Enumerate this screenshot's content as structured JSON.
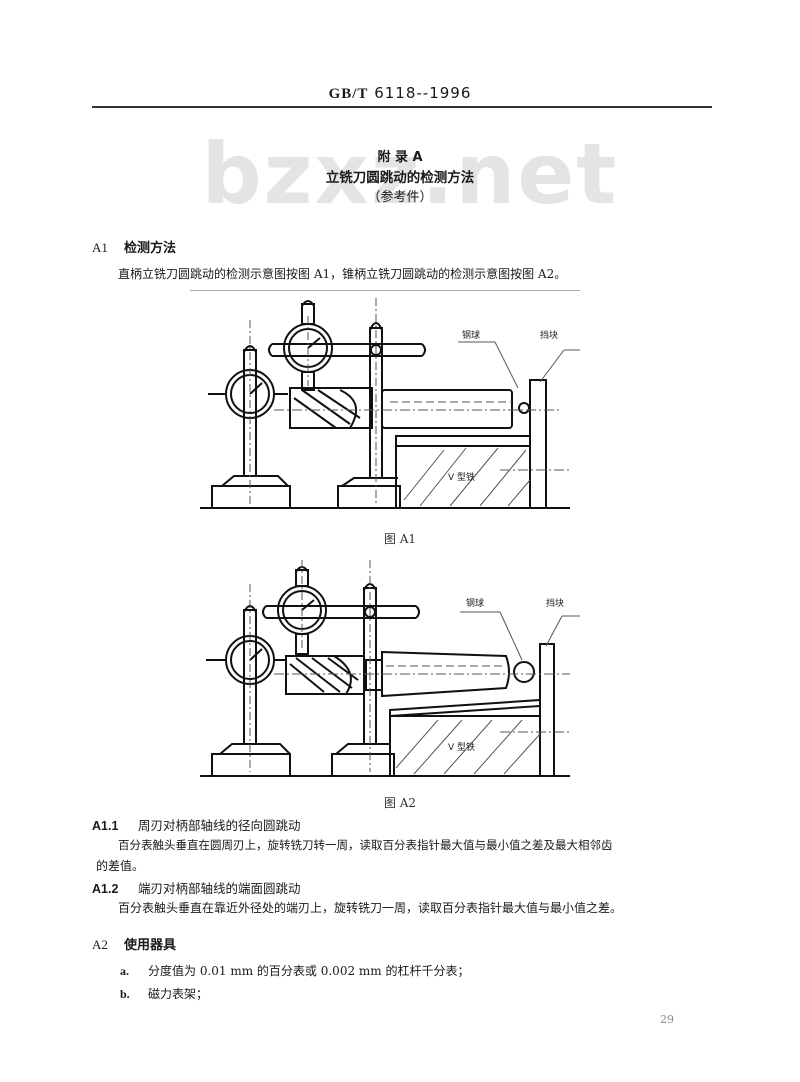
{
  "header": {
    "standard_prefix": "GB/T",
    "standard_number": "6118--1996"
  },
  "watermark": "bzxz.net",
  "appendix": {
    "label": "附 录 A",
    "title": "立铣刀圆跳动的检测方法",
    "note": "（参考件）"
  },
  "sections": [
    {
      "number": "A1",
      "title": "检测方法",
      "intro": "直柄立铣刀圆跳动的检测示意图按图 A1，锥柄立铣刀圆跳动的检测示意图按图 A2。"
    },
    {
      "number": "A2",
      "title": "使用器具"
    }
  ],
  "figures": [
    {
      "caption": "图 A1",
      "labels": {
        "steel_ball": "钢球",
        "stop_block": "挡块",
        "v_block": "V 型铁"
      }
    },
    {
      "caption": "图 A2",
      "labels": {
        "steel_ball": "钢球",
        "stop_block": "挡块",
        "v_block": "V 型铁"
      }
    }
  ],
  "subsections": [
    {
      "number": "A1.1",
      "title": "周刃对柄部轴线的径向圆跳动",
      "text_line1": "百分表触头垂直在圆周刃上，旋转铣刀转一周，读取百分表指针最大值与最小值之差及最大相邻齿",
      "text_line2": "的差值。"
    },
    {
      "number": "A1.2",
      "title": "端刃对柄部轴线的端面圆跳动",
      "text_line1": "百分表触头垂直在靠近外径处的端刃上，旋转铣刀一周，读取百分表指针最大值与最小值之差。"
    }
  ],
  "instruments": [
    {
      "label": "a.",
      "text": "分度值为 0.01 mm 的百分表或 0.002 mm 的杠杆千分表；"
    },
    {
      "label": "b.",
      "text": "磁力表架；"
    }
  ],
  "page_number": "29"
}
